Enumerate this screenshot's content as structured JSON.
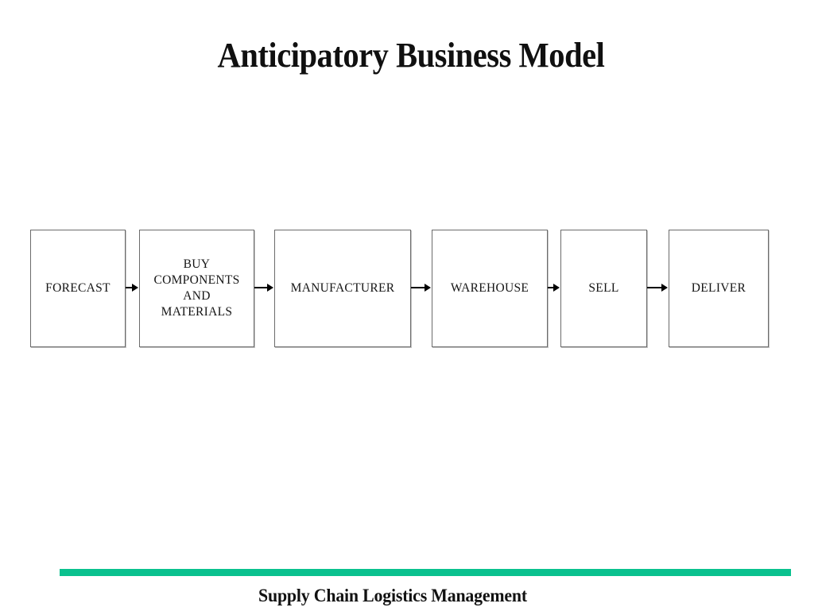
{
  "slide": {
    "title": "Anticipatory Business Model",
    "background_color": "#ffffff"
  },
  "diagram": {
    "type": "linear-process-flow",
    "orientation": "horizontal",
    "node_border_color": "#6b6b6b",
    "node_fill_color": "#ffffff",
    "arrow_color": "#000000",
    "nodes": [
      {
        "id": "forecast",
        "label": "FORECAST"
      },
      {
        "id": "buy-components-and-materials",
        "label": "BUY\nCOMPONENTS\nAND\nMATERIALS"
      },
      {
        "id": "manufacturer",
        "label": "MANUFACTURER"
      },
      {
        "id": "warehouse",
        "label": "WAREHOUSE"
      },
      {
        "id": "sell",
        "label": "SELL"
      },
      {
        "id": "deliver",
        "label": "DELIVER"
      }
    ],
    "connections": [
      {
        "from": "forecast",
        "to": "buy-components-and-materials"
      },
      {
        "from": "buy-components-and-materials",
        "to": "manufacturer"
      },
      {
        "from": "manufacturer",
        "to": "warehouse"
      },
      {
        "from": "warehouse",
        "to": "sell"
      },
      {
        "from": "sell",
        "to": "deliver"
      }
    ]
  },
  "footer": {
    "text": "Supply Chain Logistics Management",
    "rule_color": "#0ac18e"
  }
}
